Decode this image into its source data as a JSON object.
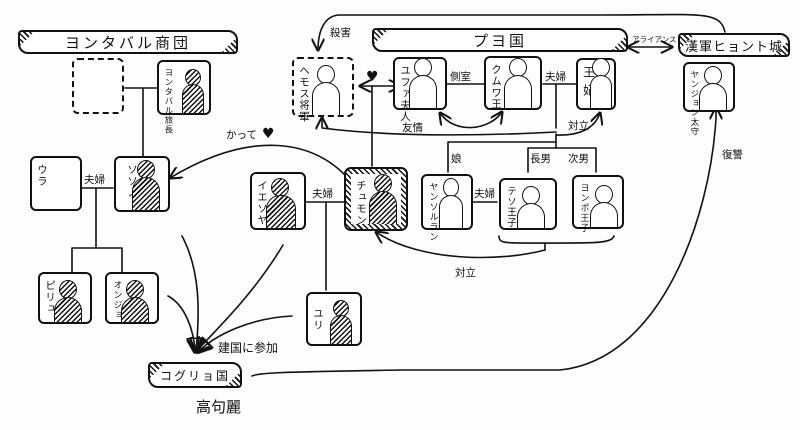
{
  "diagram": {
    "type": "character-relationship-chart",
    "groups": {
      "yontabal": "ヨンタバル商団",
      "buyeo": "プヨ国",
      "hyeonto": "漢軍ヒョント城",
      "goguryeo": "コグリョ国",
      "goguryeo_kanji": "高句麗"
    },
    "characters": {
      "unknown": "",
      "yontabal": "ヨンタバル旅長",
      "uta": "ウラ",
      "soseono": "ソソノ",
      "piryu": "ピリュ",
      "onjo": "オンジョ",
      "yesoya": "イエソヤ",
      "jumong": "チュモン",
      "yuri": "ユリ",
      "hemosu": "ヘモス将軍",
      "yuhwa": "ユファ夫人",
      "geumwa": "クムワ王",
      "queen": "王妃",
      "yangsolan": "ヤンソルラン",
      "daeso": "テソ王子",
      "yongpo": "ヨンポ王子",
      "yangjeong": "ヤンジョン太守"
    },
    "relations": {
      "murder": "殺害",
      "alliance": "アライアンス",
      "concubine": "側室",
      "married_buyeo": "夫婦",
      "friendship": "友情",
      "rivalry_queen": "対立",
      "daughter": "娘",
      "eldest_son": "長男",
      "second_son": "次男",
      "married_yangsolan": "夫婦",
      "rivalry_princes": "対立",
      "married_soseono": "夫婦",
      "married_jumong": "夫婦",
      "past_love": "かって",
      "revenge": "復讐",
      "founding": "建国に参加"
    },
    "symbols": {
      "heart": "♥",
      "past_love_heart": "♥"
    }
  }
}
